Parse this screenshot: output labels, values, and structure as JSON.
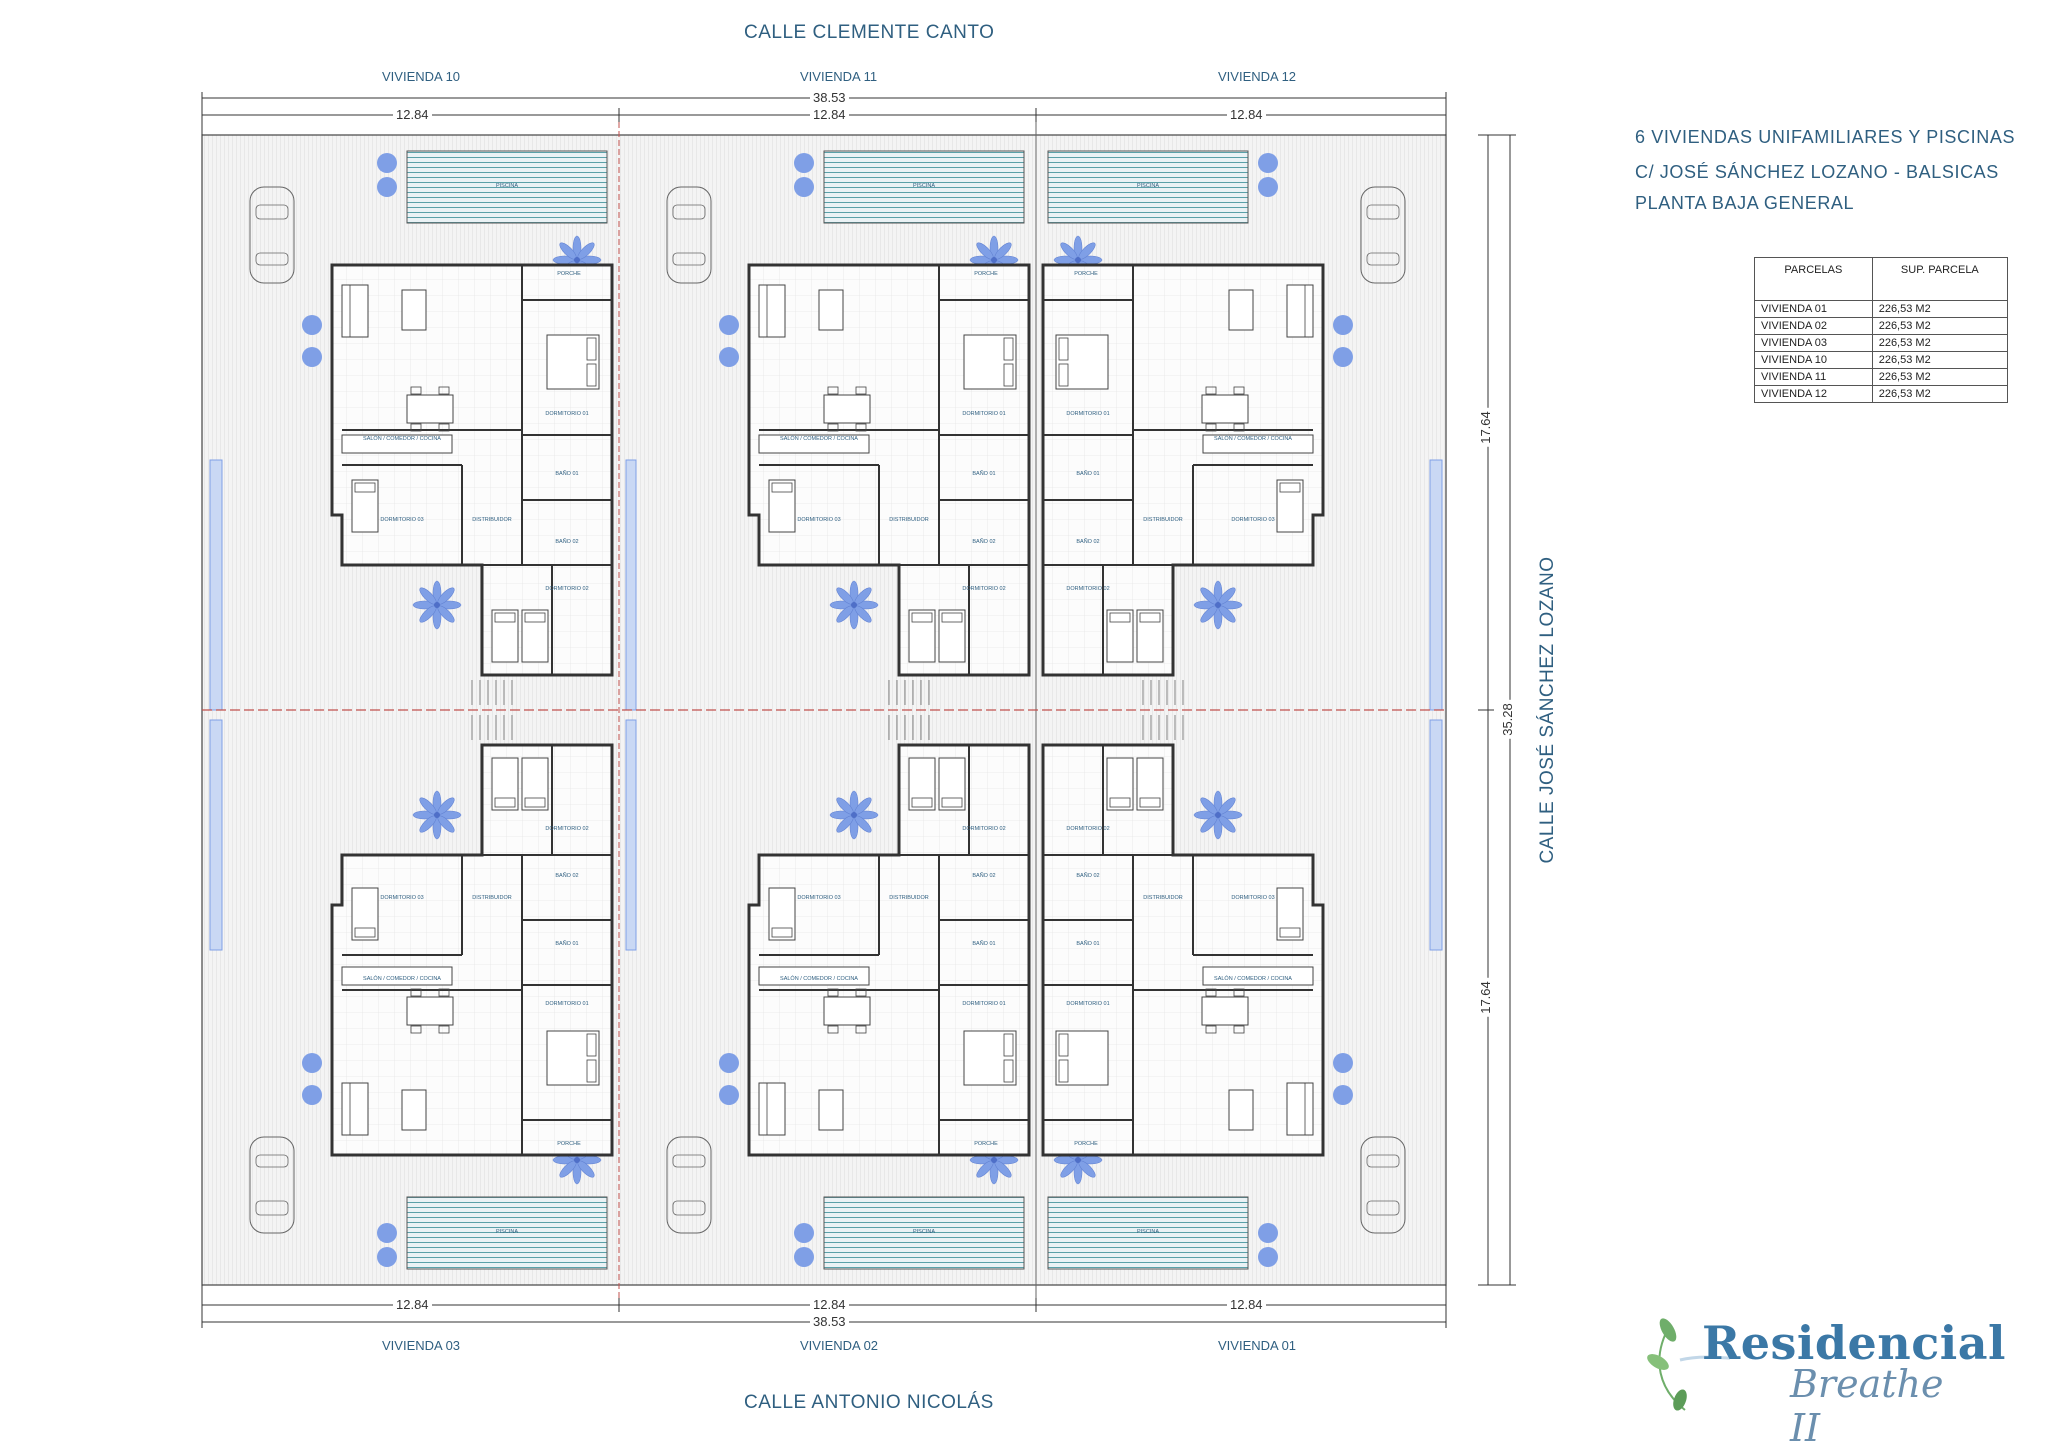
{
  "streets": {
    "top": "CALLE CLEMENTE CANTO",
    "bottom": "CALLE ANTONIO NICOLÁS",
    "right": "CALLE JOSÉ SÁNCHEZ LOZANO"
  },
  "viviendas_top": [
    "VIVIENDA 10",
    "VIVIENDA 11",
    "VIVIENDA 12"
  ],
  "viviendas_bottom": [
    "VIVIENDA 03",
    "VIVIENDA 02",
    "VIVIENDA 01"
  ],
  "dimensions": {
    "total_width": "38.53",
    "parcel_width": "12.84",
    "total_depth": "35.28",
    "half_depth": "17.64"
  },
  "title_lines": [
    "6 VIVIENDAS UNIFAMILIARES Y PISCINAS",
    "C/ JOSÉ SÁNCHEZ LOZANO - BALSICAS",
    "PLANTA BAJA GENERAL"
  ],
  "parcel_table": {
    "headers": [
      "PARCELAS",
      "SUP. PARCELA"
    ],
    "rows": [
      [
        "VIVIENDA 01",
        "226,53 M2"
      ],
      [
        "VIVIENDA 02",
        "226,53 M2"
      ],
      [
        "VIVIENDA 03",
        "226,53 M2"
      ],
      [
        "VIVIENDA 10",
        "226,53 M2"
      ],
      [
        "VIVIENDA 11",
        "226,53 M2"
      ],
      [
        "VIVIENDA 12",
        "226,53 M2"
      ]
    ]
  },
  "logo": {
    "main": "Residencial",
    "sub": "Breathe II"
  },
  "room_labels": {
    "piscina": "PISCINA",
    "porche": "PORCHE",
    "salon": "SALÓN / COMEDOR / COCINA",
    "dormitorio1": "DORMITORIO 01",
    "dormitorio2": "DORMITORIO 02",
    "dormitorio3": "DORMITORIO 03",
    "bano1": "BAÑO 01",
    "bano2": "BAÑO 02",
    "distribuidor": "DISTRIBUIDOR"
  },
  "colors": {
    "accent": "#2f5f80",
    "plant": "#7f9fe6",
    "line": "#555555"
  }
}
